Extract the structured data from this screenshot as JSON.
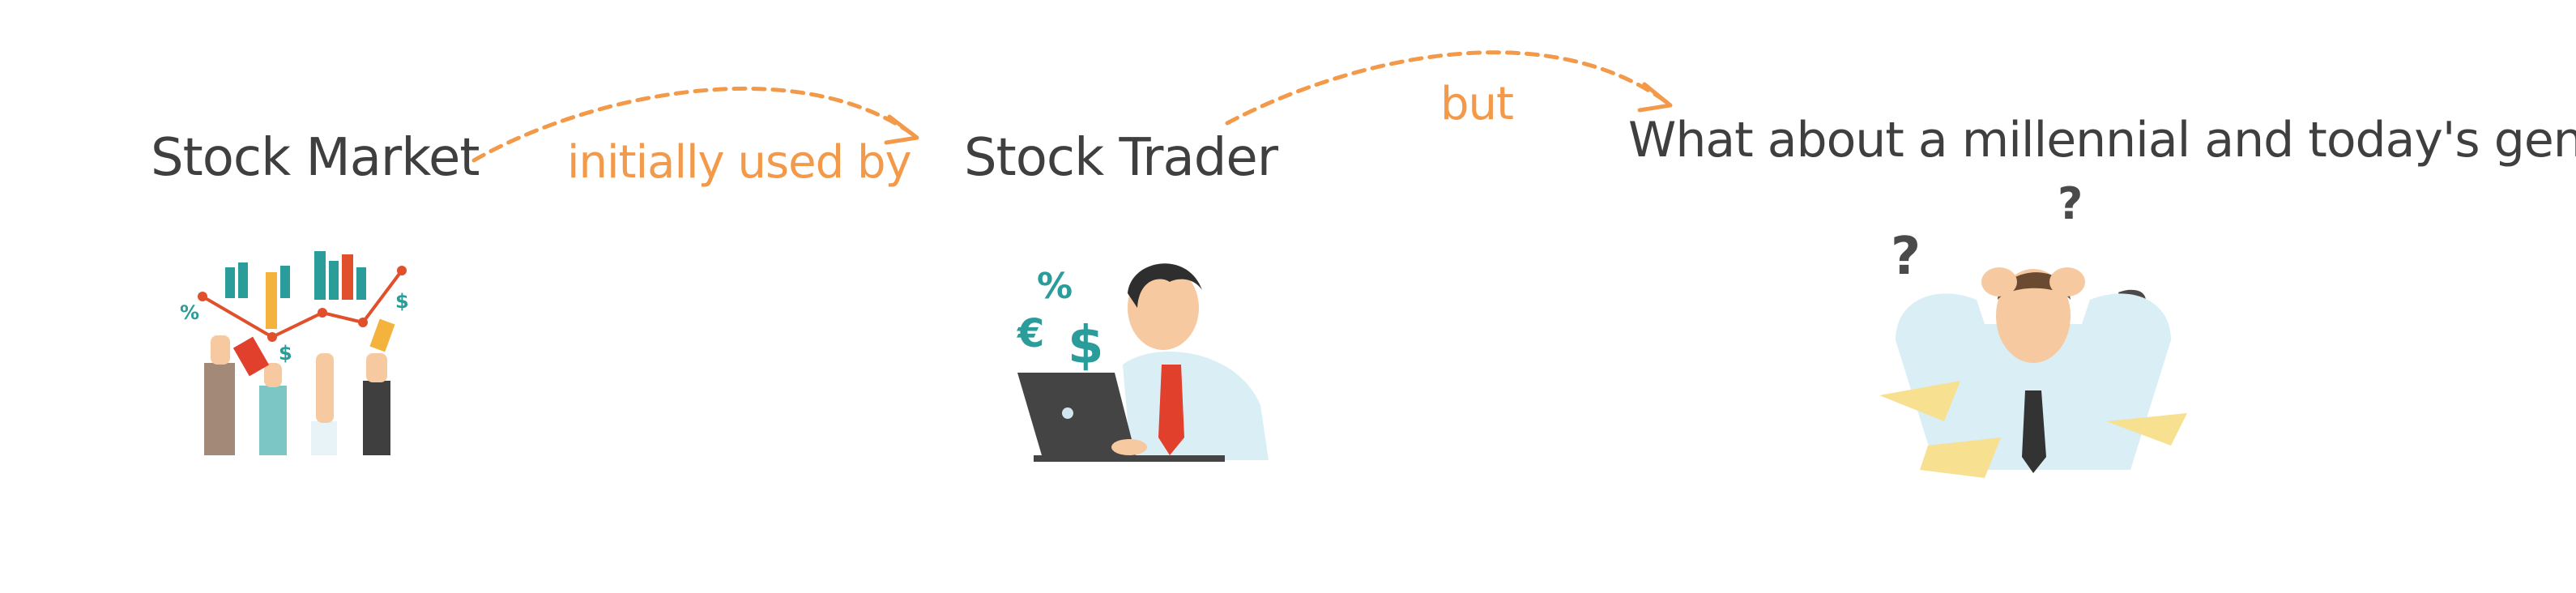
{
  "nodes": {
    "stock_market": "Stock Market",
    "stock_trader": "Stock Trader",
    "question": "What about a millennial and today's gen??"
  },
  "edges": {
    "initially_used_by": "initially used by",
    "but": "but"
  },
  "colors": {
    "text_dark": "#3f3f3f",
    "accent_orange": "#f39a4a",
    "teal": "#2a9d9a"
  },
  "icons": {
    "market": "hands-with-stock-chart-icon",
    "trader": "man-at-laptop-icon",
    "confused": "confused-man-icon"
  }
}
